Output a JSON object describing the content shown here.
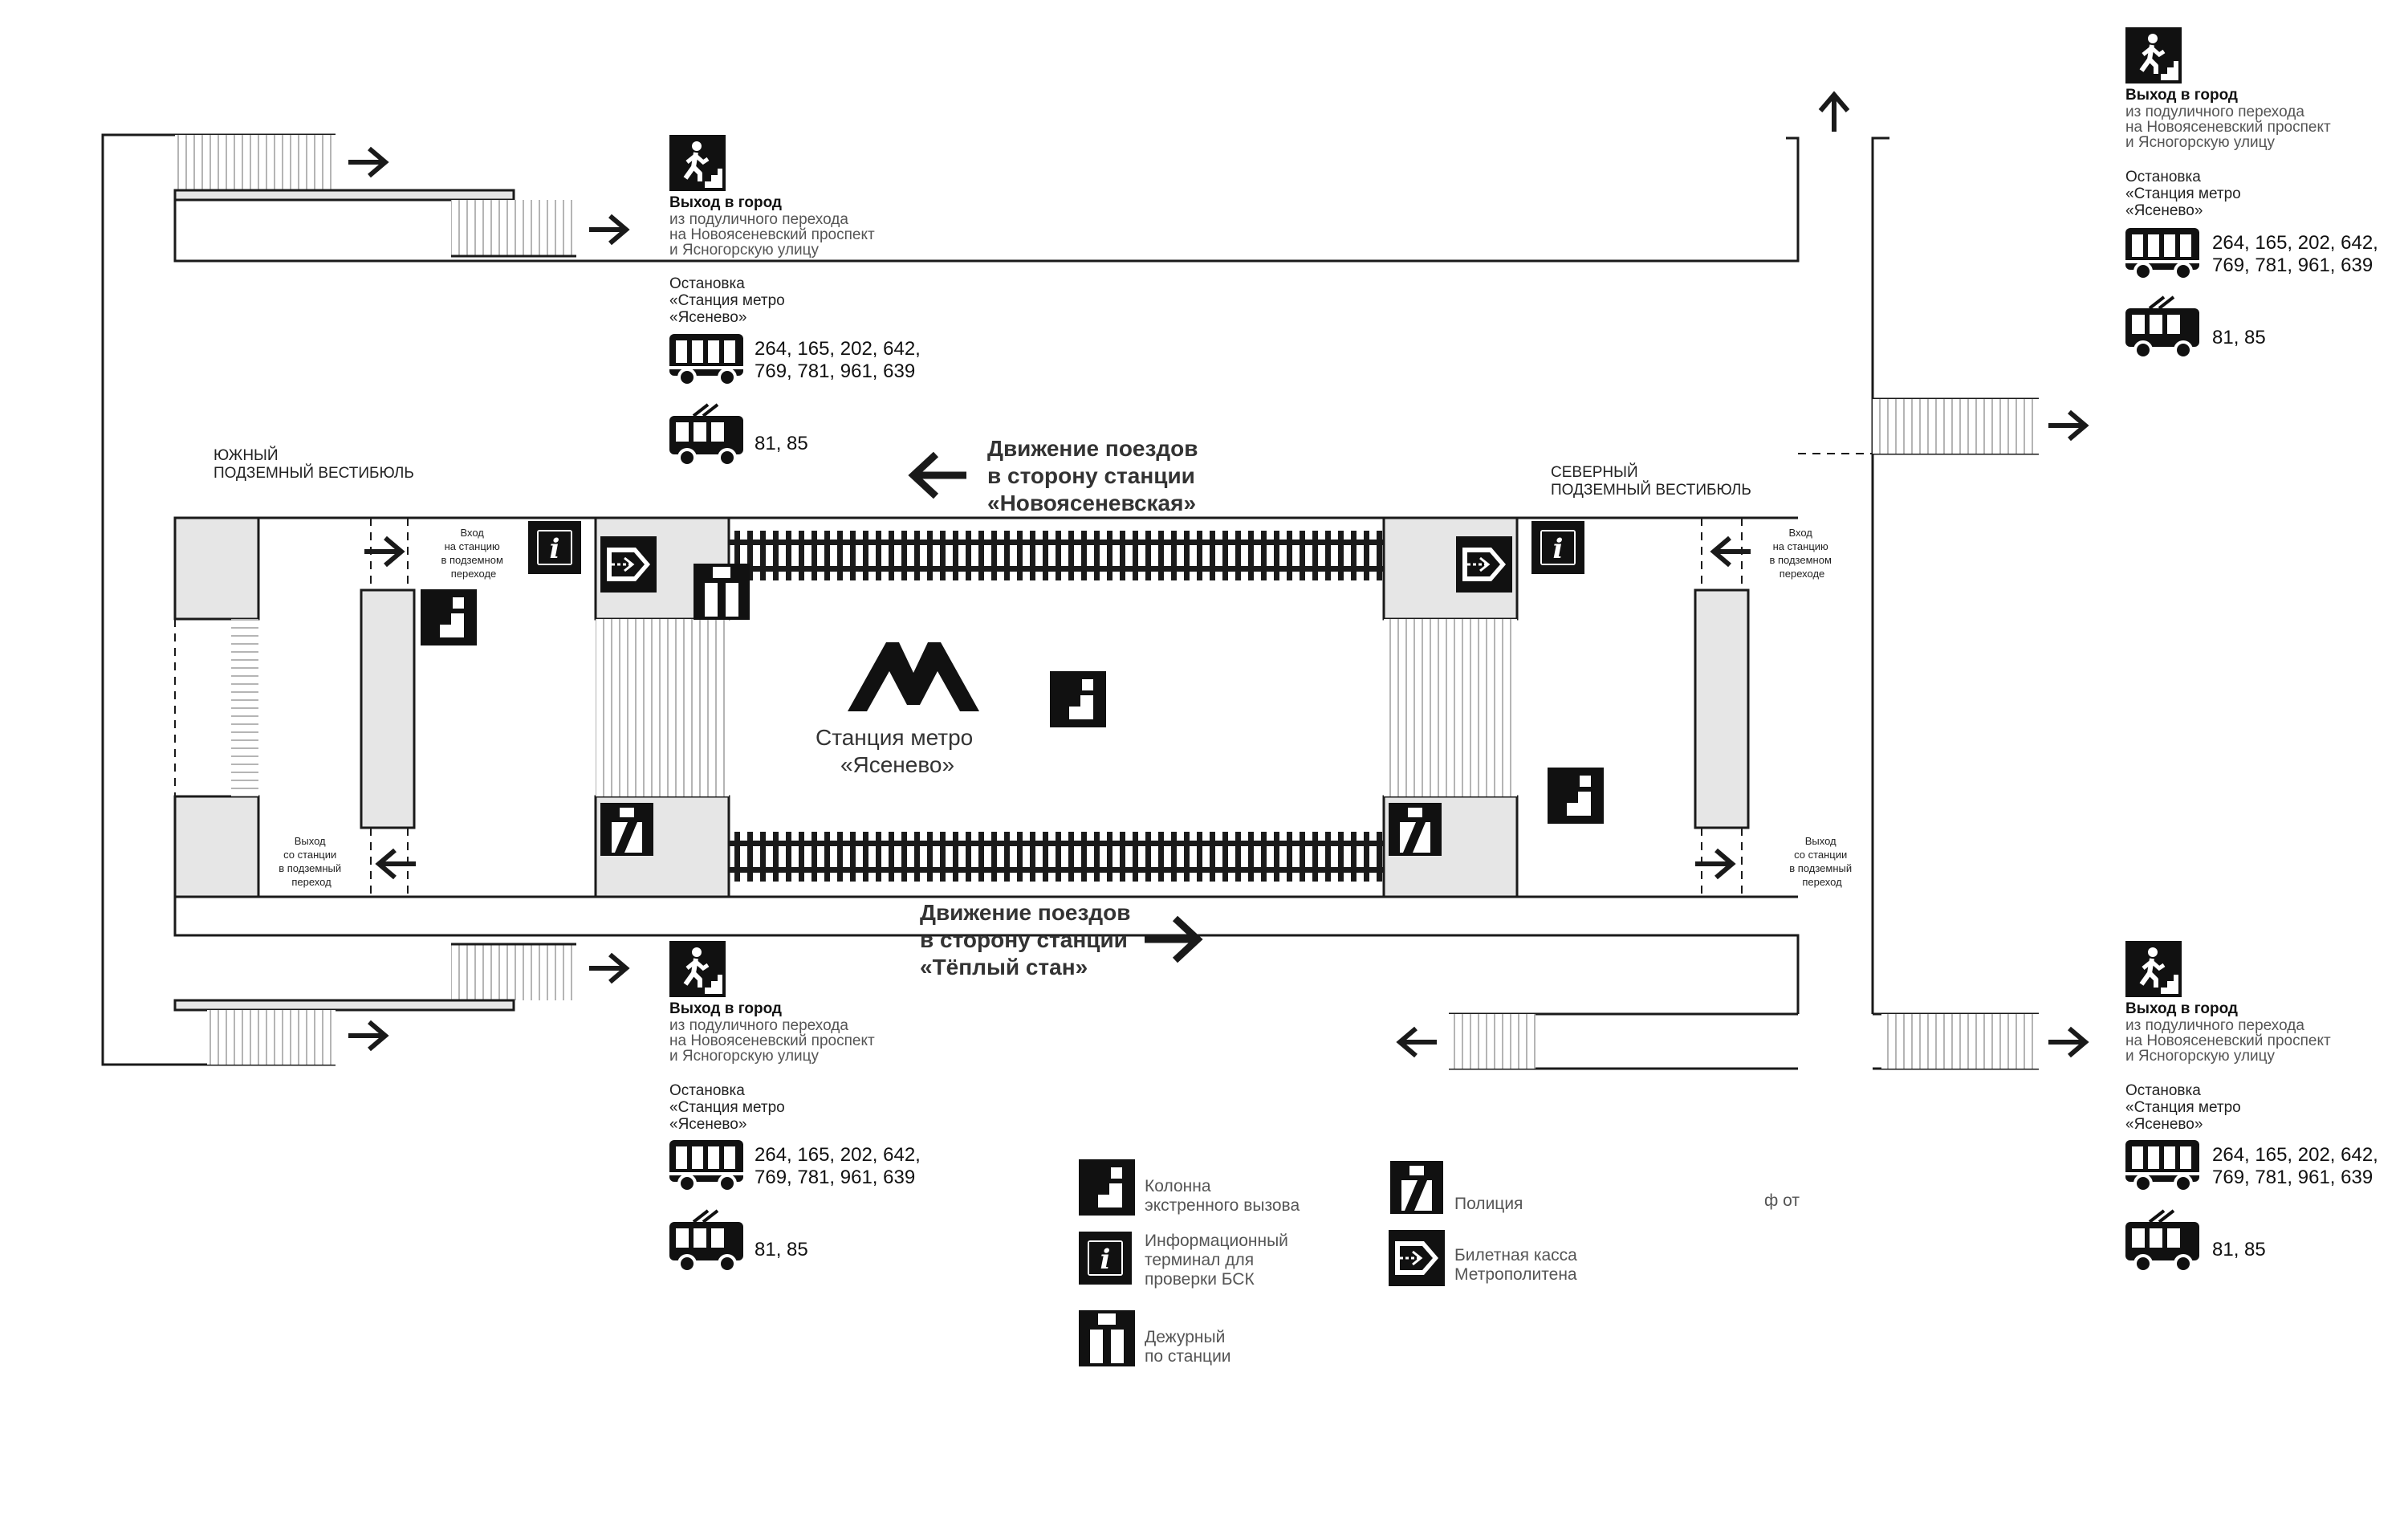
{
  "station": {
    "logo_letter": "М",
    "name_line1": "Станция метро",
    "name_line2": "«Ясенево»"
  },
  "vestibules": {
    "south_line1": "ЮЖНЫЙ",
    "south_line2": "ПОДЗЕМНЫЙ ВЕСТИБЮЛЬ",
    "north_line1": "СЕВЕРНЫЙ",
    "north_line2": "ПОДЗЕМНЫЙ ВЕСТИБЮЛЬ"
  },
  "directions": {
    "north": [
      "Движение поездов",
      "в сторону станции",
      "«Новоясеневская»"
    ],
    "south": [
      "Движение поездов",
      "в сторону станции",
      "«Тёплый стан»"
    ]
  },
  "entries": {
    "entry": [
      "Вход",
      "на станцию",
      "в подземном",
      "переходе"
    ],
    "exit": [
      "Выход",
      "со станции",
      "в подземный",
      "переход"
    ]
  },
  "exit_blocks": [
    {
      "title": "Выход в город",
      "desc": [
        "из подуличного перехода",
        "на Новоясеневский проспект",
        "и Ясногорскую улицу"
      ],
      "stop": [
        "Остановка",
        "«Станция метро",
        "«Ясенево»"
      ],
      "bus_routes": [
        "264, 165, 202, 642,",
        "769, 781, 961, 639"
      ],
      "trolley_routes": "81, 85"
    },
    {
      "title": "Выход в город",
      "desc": [
        "из подуличного перехода",
        "на Новоясеневский проспект",
        "и Ясногорскую улицу"
      ],
      "stop": [
        "Остановка",
        "«Станция метро",
        "«Ясенево»"
      ],
      "bus_routes": [
        "264, 165, 202, 642,",
        "769, 781, 961, 639"
      ],
      "trolley_routes": "81, 85"
    },
    {
      "title": "Выход в город",
      "desc": [
        "из подуличного перехода",
        "на Новоясеневский проспект",
        "и Ясногорскую улицу"
      ],
      "stop": [
        "Остановка",
        "«Станция метро",
        "«Ясенево»"
      ],
      "bus_routes": [
        "264, 165, 202, 642,",
        "769, 781, 961, 639"
      ],
      "trolley_routes": "81, 85"
    },
    {
      "title": "Выход в город",
      "desc": [
        "из подуличного перехода",
        "на Новоясеневский проспект",
        "и Ясногорскую улицу"
      ],
      "stop": [
        "Остановка",
        "«Станция метро",
        "«Ясенево»"
      ],
      "bus_routes": [
        "264, 165, 202, 642,",
        "769, 781, 961, 639"
      ],
      "trolley_routes": "81, 85"
    }
  ],
  "legend": [
    {
      "icon": "emergency-call-icon",
      "lines": [
        "Колонна",
        "экстренного вызова"
      ]
    },
    {
      "icon": "info-terminal-icon",
      "lines": [
        "Информационный",
        "терминал для",
        "проверки БСК"
      ]
    },
    {
      "icon": "station-attendant-icon",
      "lines": [
        "Дежурный",
        "по станции"
      ]
    },
    {
      "icon": "police-icon",
      "lines": [
        "Полиция"
      ]
    },
    {
      "icon": "ticket-office-icon",
      "lines": [
        "Билетная касса",
        "Метрополитена"
      ]
    }
  ],
  "stray_text": "ф от",
  "colors": {
    "line": "#1a1a1a",
    "fill_gray": "#e6e6e6",
    "stairs": "#b5b5b5",
    "text_gray": "#555555"
  }
}
